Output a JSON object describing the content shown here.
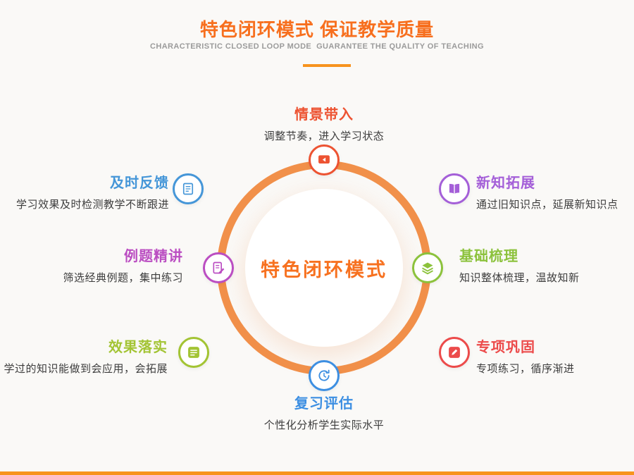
{
  "page": {
    "background": "#faf9f7",
    "bottom_bar_color": "#f7941d"
  },
  "header": {
    "title": "特色闭环模式 保证教学质量",
    "subtitle": "CHARACTERISTIC CLOSED LOOP MODE  GUARANTEE THE QUALITY OF TEACHING",
    "accent_color": "#f76f1e",
    "divider_color": "#f7931e"
  },
  "diagram": {
    "center_label": "特色闭环模式",
    "center_color": "#f7711f",
    "ring_color": "#f1904a",
    "nodes": [
      {
        "label": "情景带入",
        "desc": "调整节奏，进入学习状态",
        "color": "#ed5332",
        "icon": "screen-icon"
      },
      {
        "label": "新知拓展",
        "desc": "通过旧知识点，延展新知识点",
        "color": "#a45fd8",
        "icon": "book-icon"
      },
      {
        "label": "基础梳理",
        "desc": "知识整体梳理，温故知新",
        "color": "#8cc23c",
        "icon": "layers-icon"
      },
      {
        "label": "专项巩固",
        "desc": "专项练习，循序渐进",
        "color": "#ec4b4b",
        "icon": "pencil-square-icon"
      },
      {
        "label": "复习评估",
        "desc": "个性化分析学生实际水平",
        "color": "#3d8fe2",
        "icon": "refresh-clock-icon"
      },
      {
        "label": "效果落实",
        "desc": "学过的知识能做到会应用，会拓展",
        "color": "#a3c434",
        "icon": "checklist-icon"
      },
      {
        "label": "例题精讲",
        "desc": "筛选经典例题，集中练习",
        "color": "#bb4ec2",
        "icon": "edit-doc-icon"
      },
      {
        "label": "及时反馈",
        "desc": "学习效果及时检测教学不断跟进",
        "color": "#4596d8",
        "icon": "doc-lines-icon"
      }
    ]
  }
}
